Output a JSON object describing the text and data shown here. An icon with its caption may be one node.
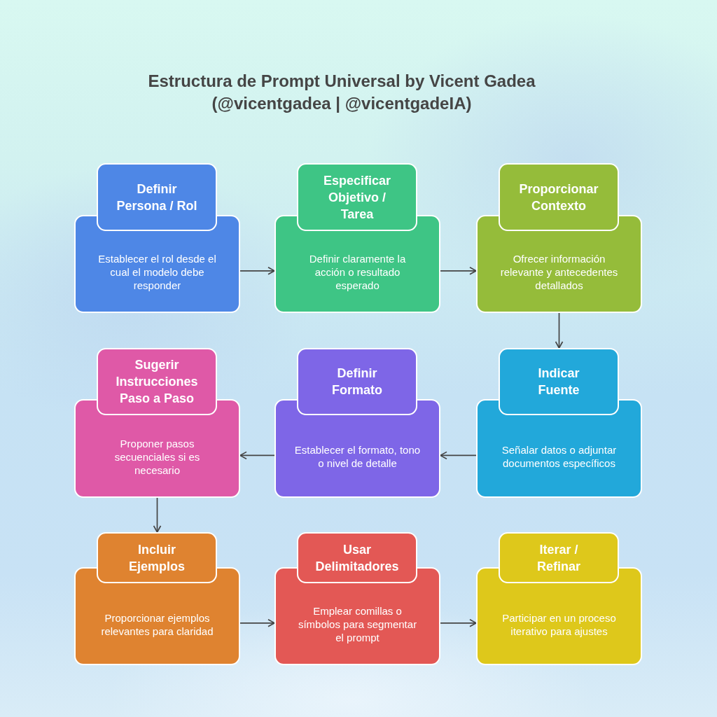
{
  "diagram": {
    "title": "Estructura de Prompt Universal by Vicent Gadea (@vicentgadea | @vicentgadeIA)",
    "nodes": [
      {
        "text": [
          "Definir Persona / Rol",
          "Establecer el rol desde el cual el modelo debe responder"
        ]
      },
      {
        "text": [
          "Especificar Objetivo / Tarea",
          "Definir claramente la acción o resultado esperado"
        ]
      },
      {
        "text": [
          "Proporcionar Contexto",
          "Ofrecer información relevante y antecedentes detallados"
        ]
      },
      {
        "text": [
          "Sugerir Instrucciones Paso a Paso",
          "Proponer pasos secuenciales si es necesario"
        ]
      },
      {
        "text": [
          "Definir Formato",
          "Establecer el formato, tono o nivel de detalle"
        ]
      },
      {
        "text": [
          "Indicar Fuente",
          "Señalar datos o adjuntar documentos específicos"
        ]
      },
      {
        "text": [
          "Incluir Ejemplos",
          "Proporcionar ejemplos relevantes para claridad"
        ]
      },
      {
        "text": [
          "Usar Delimitadores",
          "Emplear comillas o símbolos para segmentar el prompt"
        ]
      },
      {
        "text": [
          "Iterar / Refinar",
          "Participar en un proceso iterativo para ajustes"
        ]
      }
    ],
    "edges": [
      {
        "from": 0,
        "to": 1,
        "arrow": "to"
      },
      {
        "from": 1,
        "to": 2,
        "arrow": "to"
      },
      {
        "from": 2,
        "to": 5,
        "arrow": "to"
      },
      {
        "from": 5,
        "to": 4,
        "arrow": "to"
      },
      {
        "from": 4,
        "to": 3,
        "arrow": "to"
      },
      {
        "from": 3,
        "to": 6,
        "arrow": "to"
      },
      {
        "from": 6,
        "to": 7,
        "arrow": "to"
      },
      {
        "from": 7,
        "to": 8,
        "arrow": "to"
      }
    ]
  }
}
